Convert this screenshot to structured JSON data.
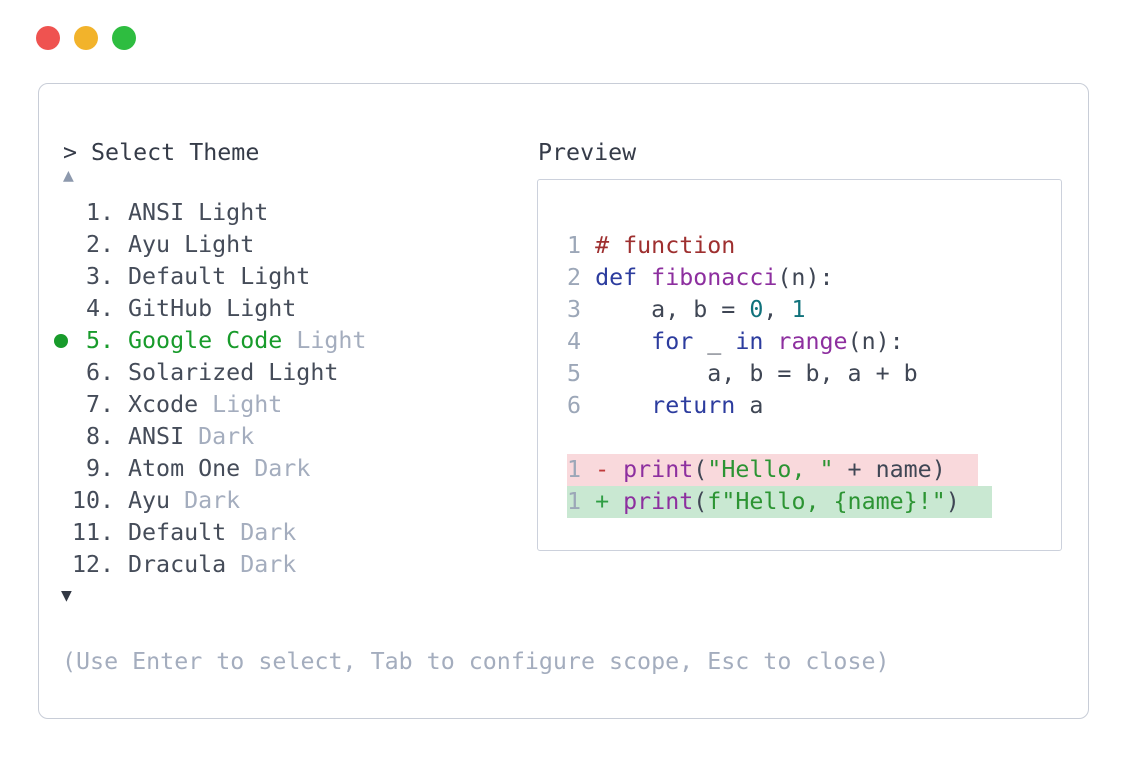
{
  "window": {
    "controls": [
      "close",
      "minimize",
      "maximize"
    ]
  },
  "theme_picker": {
    "prompt": ">",
    "title": "Select Theme",
    "scroll_up_indicator": "▲",
    "scroll_down_indicator": "▼",
    "items": [
      {
        "num": "1",
        "name": "ANSI Light",
        "variant": "",
        "selected": false
      },
      {
        "num": "2",
        "name": "Ayu Light",
        "variant": "",
        "selected": false
      },
      {
        "num": "3",
        "name": "Default Light",
        "variant": "",
        "selected": false
      },
      {
        "num": "4",
        "name": "GitHub Light",
        "variant": "",
        "selected": false
      },
      {
        "num": "5",
        "name": "Google Code",
        "variant": "Light",
        "selected": true
      },
      {
        "num": "6",
        "name": "Solarized Light",
        "variant": "",
        "selected": false
      },
      {
        "num": "7",
        "name": "Xcode",
        "variant": "Light",
        "selected": false
      },
      {
        "num": "8",
        "name": "ANSI",
        "variant": "Dark",
        "selected": false
      },
      {
        "num": "9",
        "name": "Atom One",
        "variant": "Dark",
        "selected": false
      },
      {
        "num": "10",
        "name": "Ayu",
        "variant": "Dark",
        "selected": false
      },
      {
        "num": "11",
        "name": "Default",
        "variant": "Dark",
        "selected": false
      },
      {
        "num": "12",
        "name": "Dracula",
        "variant": "Dark",
        "selected": false
      }
    ]
  },
  "preview": {
    "label": "Preview",
    "code_lines": [
      {
        "num": "1",
        "tokens": [
          [
            "# function",
            "com"
          ]
        ]
      },
      {
        "num": "2",
        "tokens": [
          [
            "def",
            "kwd"
          ],
          [
            " ",
            "pln"
          ],
          [
            "fibonacci",
            "fn"
          ],
          [
            "(n):",
            "pln"
          ]
        ]
      },
      {
        "num": "3",
        "tokens": [
          [
            "    a, b = ",
            "pln"
          ],
          [
            "0",
            "num"
          ],
          [
            ", ",
            "pln"
          ],
          [
            "1",
            "num"
          ]
        ]
      },
      {
        "num": "4",
        "tokens": [
          [
            "    ",
            "pln"
          ],
          [
            "for",
            "kwd"
          ],
          [
            " _ ",
            "pln"
          ],
          [
            "in",
            "kwd"
          ],
          [
            " ",
            "pln"
          ],
          [
            "range",
            "fn"
          ],
          [
            "(n):",
            "pln"
          ]
        ]
      },
      {
        "num": "5",
        "tokens": [
          [
            "        a, b = b, a + b",
            "pln"
          ]
        ]
      },
      {
        "num": "6",
        "tokens": [
          [
            "    ",
            "pln"
          ],
          [
            "return",
            "kwd"
          ],
          [
            " a",
            "pln"
          ]
        ]
      }
    ],
    "diff_lines": [
      {
        "num": "1",
        "sign": "-",
        "kind": "removed",
        "tokens": [
          [
            "print",
            "fn"
          ],
          [
            "(",
            "pln"
          ],
          [
            "\"Hello, \"",
            "str"
          ],
          [
            " + name)",
            "pln"
          ]
        ]
      },
      {
        "num": "1",
        "sign": "+",
        "kind": "added",
        "tokens": [
          [
            "print",
            "fn"
          ],
          [
            "(",
            "pln"
          ],
          [
            "f\"Hello, {name}!\"",
            "str"
          ],
          [
            ")",
            "pln"
          ]
        ]
      }
    ]
  },
  "footer": {
    "hint": "(Use Enter to select, Tab to configure scope, Esc to close)"
  },
  "colors": {
    "traffic_red": "#ef5350",
    "traffic_yellow": "#f2b32b",
    "traffic_green": "#2ebd40",
    "window_border": "#c8cdd7",
    "preview_border": "#ccd1dc",
    "header_text": "#353b48",
    "dark_text": "#454c59",
    "dim_text": "#a4adbe",
    "accent_green": "#189b2b",
    "scroll_up": "#8d99ad",
    "scroll_down": "#323844",
    "line_number": "#9ca7b8",
    "plain_code": "#3f4654",
    "comment": "#9e2f2f",
    "keyword": "#2c3c9e",
    "func": "#8d2f9f",
    "string": "#2c9433",
    "number_literal": "#10727b",
    "diff_removed_bg": "#f9d9dc",
    "diff_added_bg": "#c9e8d2",
    "diff_minus": "#c03a3a",
    "diff_plus": "#2f9e44"
  }
}
